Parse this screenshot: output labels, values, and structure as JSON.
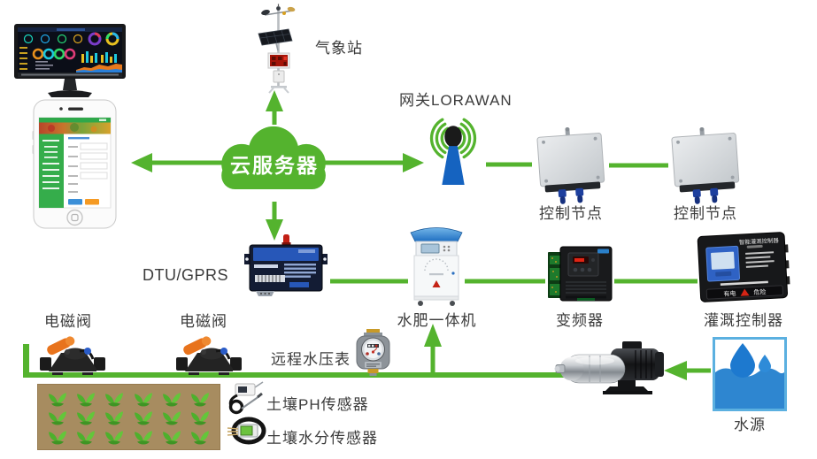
{
  "canvas": {
    "accent_green": "#54b32e",
    "water_blue": "#2e86d0",
    "antenna_blue": "#1563c0"
  },
  "nodes": {
    "weather_station": {
      "label": "气象站"
    },
    "cloud_server": {
      "label": "云服务器"
    },
    "gateway": {
      "label": "网关LORAWAN"
    },
    "control_node_left": {
      "label": "控制节点"
    },
    "control_node_right": {
      "label": "控制节点"
    },
    "dtu": {
      "label": "DTU/GPRS"
    },
    "fertilizer_machine": {
      "label": "水肥一体机"
    },
    "vfd": {
      "label": "变频器"
    },
    "irrigation_controller": {
      "label": "灌溉控制器",
      "panel_title": "智能灌溉控制器",
      "warning_left": "有电",
      "warning_right": "危险"
    },
    "solenoid_valve_left": {
      "label": "电磁阀"
    },
    "solenoid_valve_right": {
      "label": "电磁阀"
    },
    "pressure_meter": {
      "label": "远程水压表"
    },
    "soil_ph_sensor": {
      "label": "土壤PH传感器"
    },
    "soil_moisture_sensor": {
      "label": "土壤水分传感器"
    },
    "water_source": {
      "label": "水源"
    }
  },
  "field": {
    "rows": 3,
    "cols": 6
  }
}
